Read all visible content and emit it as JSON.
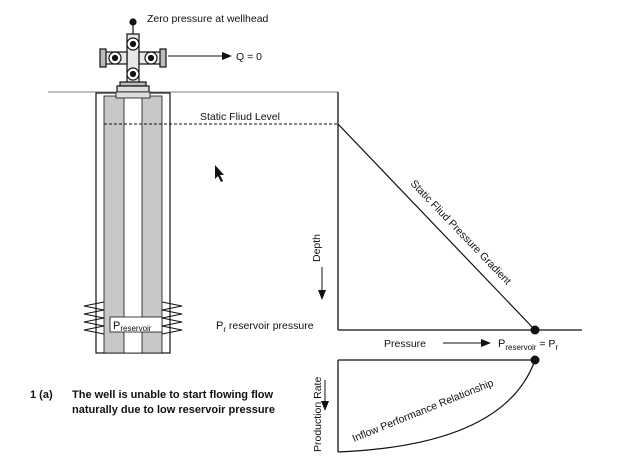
{
  "labels": {
    "wellhead_note": "Zero pressure at wellhead",
    "flow_rate": "Q = 0",
    "static_level": "Static Fliud Level",
    "gradient": "Static Fliud Pressure Gradient",
    "depth_axis": "Depth",
    "reservoir_pressure_prefix": "P",
    "reservoir_pressure_sub": "r",
    "reservoir_pressure_suffix": " reservoir pressure",
    "pressure_axis": "Pressure",
    "preservoir_main": "P",
    "preservoir_sub": "reservoir",
    "equals_pr_main": " = P",
    "equals_pr_sub": "r",
    "well_reservoir_main": "P",
    "well_reservoir_sub": "reservoir",
    "production_axis": "Production Rate",
    "ipr": "Inflow Performance Relationship",
    "caption_number": "1 (a)",
    "caption_line1": "The well is unable to start flowing flow",
    "caption_line2": "naturally due to low reservoir pressure"
  },
  "colors": {
    "casing": "#c8c8c8",
    "ink": "#111111"
  }
}
